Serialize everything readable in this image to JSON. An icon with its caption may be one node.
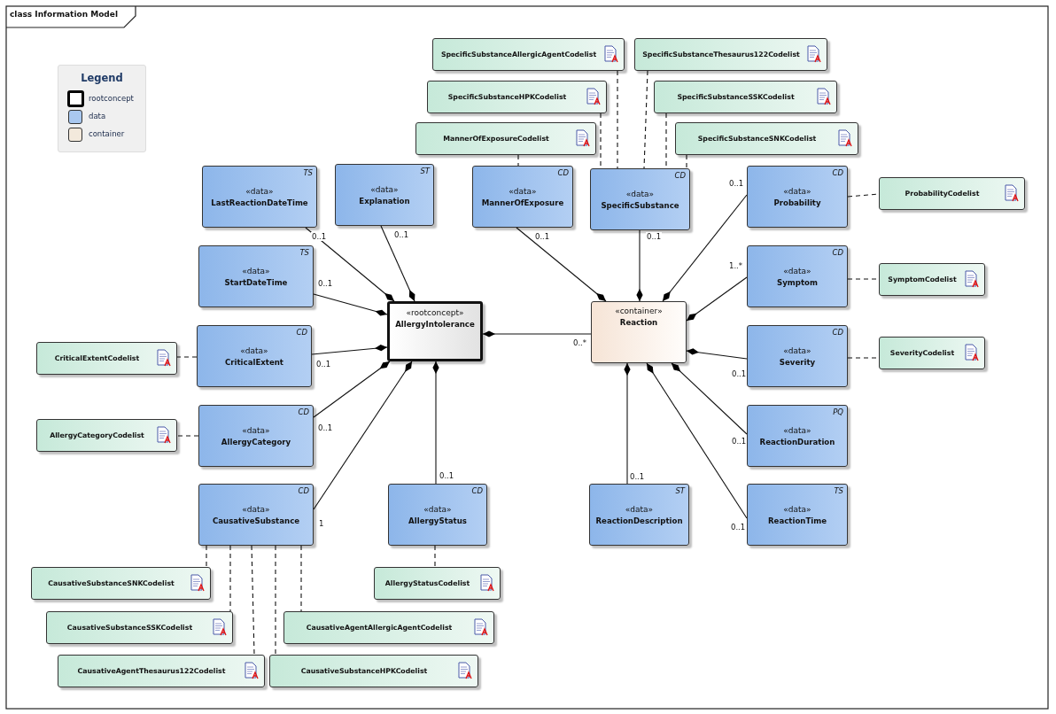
{
  "diagram": {
    "title": "class Information Model",
    "nodes": [
      {
        "text": [
          "SpecificSubstanceAllergicAgentCodelist"
        ]
      },
      {
        "text": [
          "SpecificSubstanceThesaurus122Codelist"
        ]
      },
      {
        "text": [
          "SpecificSubstanceHPKCodelist"
        ]
      },
      {
        "text": [
          "SpecificSubstanceSSKCodelist"
        ]
      },
      {
        "text": [
          "MannerOfExposureCodelist"
        ]
      },
      {
        "text": [
          "SpecificSubstanceSNKCodelist"
        ]
      },
      {
        "text": [
          "TS",
          "«data»",
          "LastReactionDateTime"
        ]
      },
      {
        "text": [
          "ST",
          "«data»",
          "Explanation"
        ]
      },
      {
        "text": [
          "CD",
          "«data»",
          "MannerOfExposure"
        ]
      },
      {
        "text": [
          "CD",
          "«data»",
          "SpecificSubstance"
        ]
      },
      {
        "text": [
          "CD",
          "«data»",
          "Probability"
        ]
      },
      {
        "text": [
          "ProbabilityCodelist"
        ]
      },
      {
        "text": [
          "TS",
          "«data»",
          "StartDateTime"
        ]
      },
      {
        "text": [
          "CD",
          "«data»",
          "Symptom"
        ]
      },
      {
        "text": [
          "SymptomCodelist"
        ]
      },
      {
        "text": [
          "«rootconcept»",
          "AllergyIntolerance"
        ]
      },
      {
        "text": [
          "«container»",
          "Reaction"
        ]
      },
      {
        "text": [
          "CriticalExtentCodelist"
        ]
      },
      {
        "text": [
          "CD",
          "«data»",
          "CriticalExtent"
        ]
      },
      {
        "text": [
          "CD",
          "«data»",
          "Severity"
        ]
      },
      {
        "text": [
          "SeverityCodelist"
        ]
      },
      {
        "text": [
          "AllergyCategoryCodelist"
        ]
      },
      {
        "text": [
          "CD",
          "«data»",
          "AllergyCategory"
        ]
      },
      {
        "text": [
          "PQ",
          "«data»",
          "ReactionDuration"
        ]
      },
      {
        "text": [
          "CD",
          "«data»",
          "CausativeSubstance"
        ]
      },
      {
        "text": [
          "CD",
          "«data»",
          "AllergyStatus"
        ]
      },
      {
        "text": [
          "ST",
          "«data»",
          "ReactionDescription"
        ]
      },
      {
        "text": [
          "TS",
          "«data»",
          "ReactionTime"
        ]
      },
      {
        "text": [
          "CausativeSubstanceSNKCodelist"
        ]
      },
      {
        "text": [
          "AllergyStatusCodelist"
        ]
      },
      {
        "text": [
          "CausativeSubstanceSSKCodelist"
        ]
      },
      {
        "text": [
          "CausativeAgentAllergicAgentCodelist"
        ]
      },
      {
        "text": [
          "CausativeAgentThesaurus122Codelist"
        ]
      },
      {
        "text": [
          "CausativeSubstanceHPKCodelist"
        ]
      }
    ],
    "edges": [
      {
        "from": 6,
        "to": 15,
        "arrow": "other",
        "label": "0..1"
      },
      {
        "from": 7,
        "to": 15,
        "arrow": "other",
        "label": "0..1"
      },
      {
        "from": 12,
        "to": 15,
        "arrow": "other",
        "label": "0..1"
      },
      {
        "from": 18,
        "to": 15,
        "arrow": "other",
        "label": "0..1"
      },
      {
        "from": 22,
        "to": 15,
        "arrow": "other",
        "label": "0..1"
      },
      {
        "from": 24,
        "to": 15,
        "arrow": "other",
        "label": "1"
      },
      {
        "from": 25,
        "to": 15,
        "arrow": "other",
        "label": "0..1"
      },
      {
        "from": 16,
        "to": 15,
        "arrow": "other",
        "label": "0..*"
      },
      {
        "from": 8,
        "to": 16,
        "arrow": "other",
        "label": "0..1"
      },
      {
        "from": 9,
        "to": 16,
        "arrow": "other",
        "label": "0..1"
      },
      {
        "from": 10,
        "to": 16,
        "arrow": "other",
        "label": "0..1"
      },
      {
        "from": 13,
        "to": 16,
        "arrow": "other",
        "label": "1..*"
      },
      {
        "from": 19,
        "to": 16,
        "arrow": "other",
        "label": "0..1"
      },
      {
        "from": 23,
        "to": 16,
        "arrow": "other",
        "label": "0..1"
      },
      {
        "from": 26,
        "to": 16,
        "arrow": "other",
        "label": "0..1"
      },
      {
        "from": 27,
        "to": 16,
        "arrow": "other",
        "label": "0..1"
      },
      {
        "from": 0,
        "to": 9,
        "arrow": "none",
        "style": "dashed"
      },
      {
        "from": 1,
        "to": 9,
        "arrow": "none",
        "style": "dashed"
      },
      {
        "from": 2,
        "to": 9,
        "arrow": "none",
        "style": "dashed"
      },
      {
        "from": 3,
        "to": 9,
        "arrow": "none",
        "style": "dashed"
      },
      {
        "from": 5,
        "to": 9,
        "arrow": "none",
        "style": "dashed"
      },
      {
        "from": 4,
        "to": 8,
        "arrow": "none",
        "style": "dashed"
      },
      {
        "from": 10,
        "to": 11,
        "arrow": "none",
        "style": "dashed"
      },
      {
        "from": 13,
        "to": 14,
        "arrow": "none",
        "style": "dashed"
      },
      {
        "from": 19,
        "to": 20,
        "arrow": "none",
        "style": "dashed"
      },
      {
        "from": 18,
        "to": 17,
        "arrow": "none",
        "style": "dashed"
      },
      {
        "from": 22,
        "to": 21,
        "arrow": "none",
        "style": "dashed"
      },
      {
        "from": 24,
        "to": 28,
        "arrow": "none",
        "style": "dashed"
      },
      {
        "from": 24,
        "to": 30,
        "arrow": "none",
        "style": "dashed"
      },
      {
        "from": 24,
        "to": 32,
        "arrow": "none",
        "style": "dashed"
      },
      {
        "from": 24,
        "to": 33,
        "arrow": "none",
        "style": "dashed"
      },
      {
        "from": 24,
        "to": 31,
        "arrow": "none",
        "style": "dashed"
      },
      {
        "from": 25,
        "to": 29,
        "arrow": "none",
        "style": "dashed"
      }
    ],
    "labels": [
      "Legend"
    ],
    "legend": [
      {
        "text": "rootconcept"
      },
      {
        "text": "data",
        "color": "#a9c8f0"
      },
      {
        "text": "container",
        "color": "#f3e9dc"
      }
    ]
  }
}
